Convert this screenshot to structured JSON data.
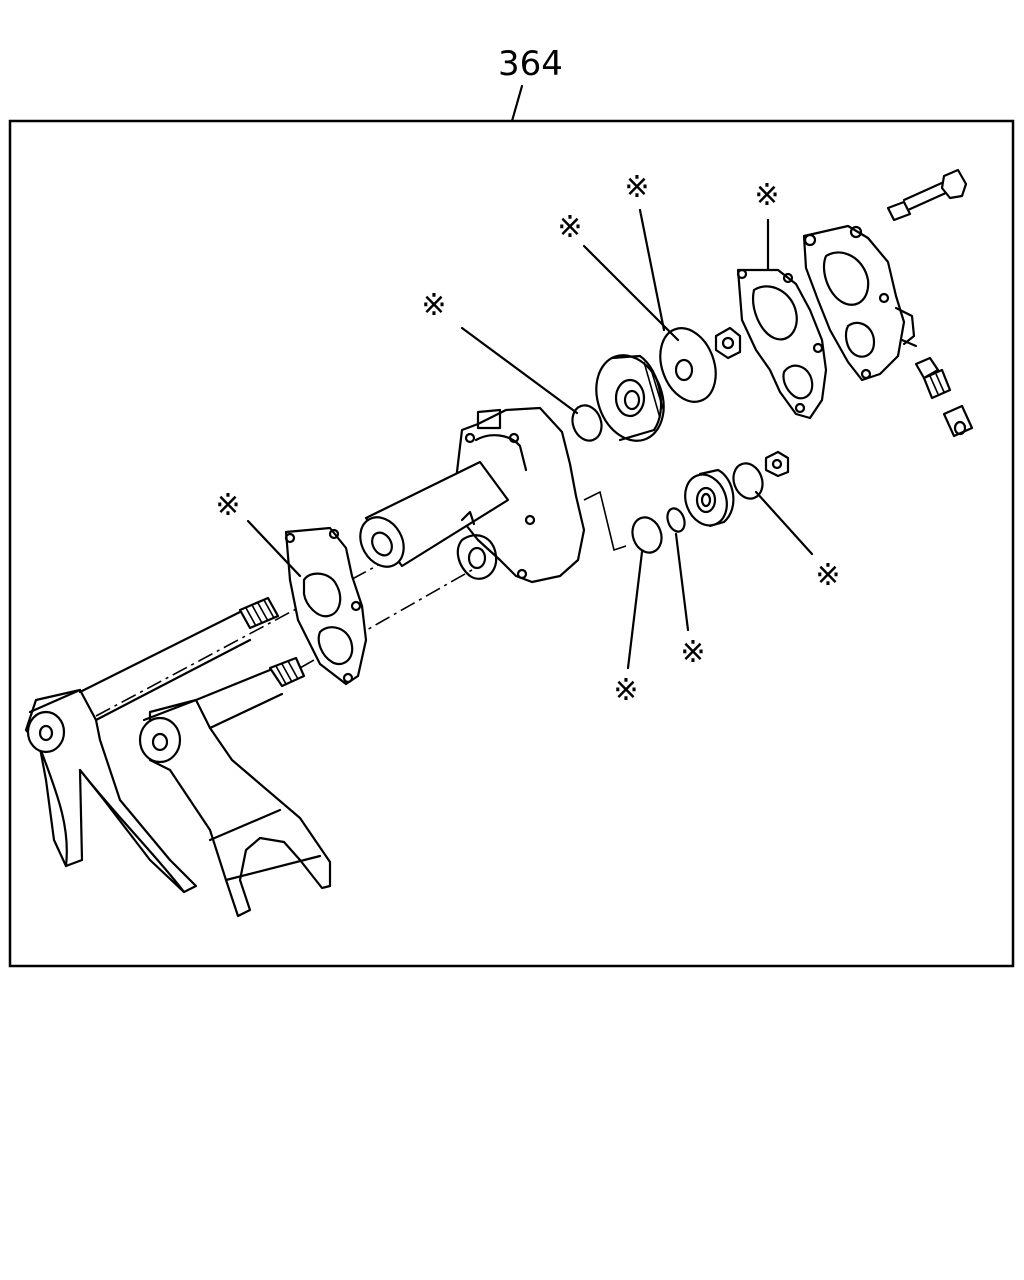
{
  "diagram": {
    "reference_number": "364",
    "callout_symbol": "※",
    "callouts": [
      {
        "part": "gasket-left"
      },
      {
        "part": "o-ring-upper"
      },
      {
        "part": "washer-upper"
      },
      {
        "part": "washer-ring"
      },
      {
        "part": "gasket-right"
      },
      {
        "part": "o-ring-right"
      },
      {
        "part": "o-ring-small"
      },
      {
        "part": "o-ring-lower"
      }
    ]
  }
}
